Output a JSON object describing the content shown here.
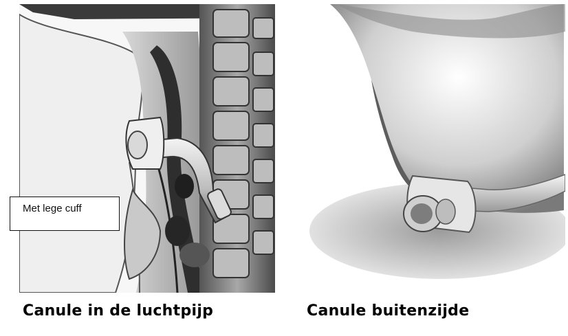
{
  "figure": {
    "left_caption": "Canule in de luchtpijp",
    "right_caption": "Canule buitenzijde",
    "callout": "Met lege cuff"
  }
}
